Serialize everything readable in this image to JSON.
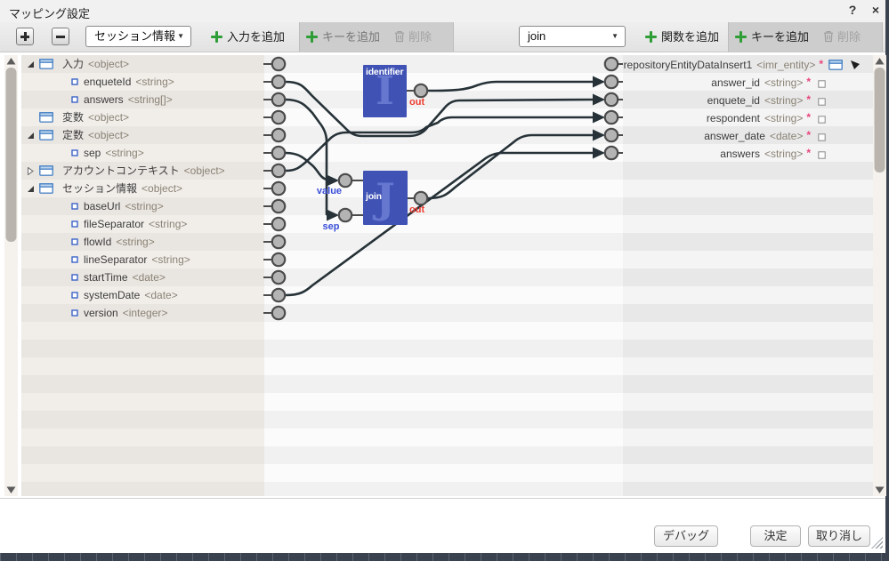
{
  "window": {
    "title": "マッピング設定",
    "help_icon": "?",
    "close_icon": "×"
  },
  "toolbar": {
    "expand_all_icon": "plus",
    "collapse_all_icon": "minus",
    "source_select": {
      "value": "セッション情報"
    },
    "add_input_label": "入力を追加",
    "left_add_key_label": "キーを追加",
    "left_delete_label": "削除",
    "function_select": {
      "value": "join"
    },
    "add_function_label": "関数を追加",
    "right_add_key_label": "キーを追加",
    "right_delete_label": "削除"
  },
  "tree": {
    "items": [
      {
        "name": "入力",
        "type": "<object>",
        "level": 0,
        "icon": "folder",
        "toggle": "expanded"
      },
      {
        "name": "enqueteId",
        "type": "<string>",
        "level": 1,
        "icon": "leaf",
        "toggle": "none"
      },
      {
        "name": "answers",
        "type": "<string[]>",
        "level": 1,
        "icon": "leaf",
        "toggle": "none"
      },
      {
        "name": "変数",
        "type": "<object>",
        "level": 0,
        "icon": "folder",
        "toggle": "none"
      },
      {
        "name": "定数",
        "type": "<object>",
        "level": 0,
        "icon": "folder",
        "toggle": "expanded"
      },
      {
        "name": "sep",
        "type": "<string>",
        "level": 1,
        "icon": "leaf",
        "toggle": "none"
      },
      {
        "name": "アカウントコンテキスト",
        "type": "<object>",
        "level": 0,
        "icon": "folder",
        "toggle": "collapsed"
      },
      {
        "name": "セッション情報",
        "type": "<object>",
        "level": 0,
        "icon": "folder",
        "toggle": "expanded"
      },
      {
        "name": "baseUrl",
        "type": "<string>",
        "level": 1,
        "icon": "leaf",
        "toggle": "none"
      },
      {
        "name": "fileSeparator",
        "type": "<string>",
        "level": 1,
        "icon": "leaf",
        "toggle": "none"
      },
      {
        "name": "flowId",
        "type": "<string>",
        "level": 1,
        "icon": "leaf",
        "toggle": "none"
      },
      {
        "name": "lineSeparator",
        "type": "<string>",
        "level": 1,
        "icon": "leaf",
        "toggle": "none"
      },
      {
        "name": "startTime",
        "type": "<date>",
        "level": 1,
        "icon": "leaf",
        "toggle": "none"
      },
      {
        "name": "systemDate",
        "type": "<date>",
        "level": 1,
        "icon": "leaf",
        "toggle": "none"
      },
      {
        "name": "version",
        "type": "<integer>",
        "level": 1,
        "icon": "leaf",
        "toggle": "none"
      }
    ]
  },
  "output": {
    "fields": [
      {
        "name": "repositoryEntityDataInsert1",
        "type": "<imr_entity>",
        "required": true,
        "kind": "entity"
      },
      {
        "name": "answer_id",
        "type": "<string>",
        "required": true,
        "kind": "field"
      },
      {
        "name": "enquete_id",
        "type": "<string>",
        "required": true,
        "kind": "field"
      },
      {
        "name": "respondent",
        "type": "<string>",
        "required": true,
        "kind": "field"
      },
      {
        "name": "answer_date",
        "type": "<date>",
        "required": true,
        "kind": "field"
      },
      {
        "name": "answers",
        "type": "<string>",
        "required": true,
        "kind": "field"
      }
    ]
  },
  "nodes": {
    "identifier": {
      "label": "identifier",
      "glyph": "I",
      "out_label": "out"
    },
    "join": {
      "label": "join",
      "glyph": "J",
      "out_label": "out",
      "value_label": "value",
      "sep_label": "sep"
    }
  },
  "connections": [
    {
      "id": "c_enqueteid",
      "from": "入力.enqueteId",
      "to": "enquete_id"
    },
    {
      "id": "c_answers",
      "from": "入力.answers",
      "to": "join.sep"
    },
    {
      "id": "c_sep",
      "from": "定数.sep",
      "to": "join.value"
    },
    {
      "id": "c_account",
      "from": "アカウントコンテキスト",
      "to": "respondent"
    },
    {
      "id": "c_identifier_out",
      "from": "identifier.out",
      "to": "answer_id"
    },
    {
      "id": "c_join_out",
      "from": "join.out",
      "to": "answer_date"
    },
    {
      "id": "c_systemdate",
      "from": "セッション情報.systemDate",
      "to": "answers"
    }
  ],
  "footer": {
    "debug": "デバッグ",
    "ok": "決定",
    "cancel": "取り消し"
  },
  "colors": {
    "node_blue": "#4053b5",
    "wire": "#263238",
    "green_plus": "#2f9e36",
    "out_red": "#f03b30",
    "port_label_blue": "#3b4fd8",
    "required_pink": "#e8457f"
  }
}
